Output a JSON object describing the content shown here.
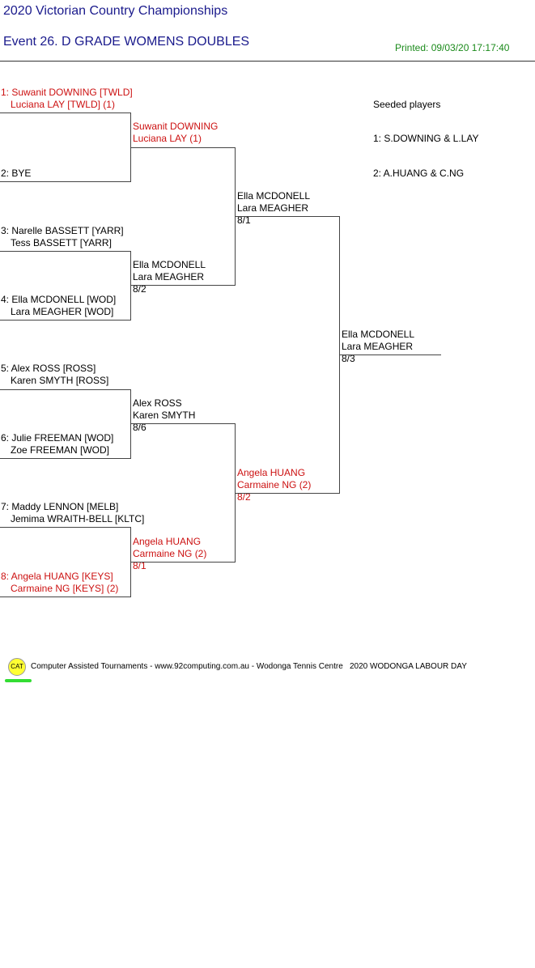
{
  "header": {
    "title": "2020 Victorian Country Championships",
    "event": "Event 26. D GRADE WOMENS DOUBLES",
    "printed": "Printed: 09/03/20 17:17:40"
  },
  "seeded": {
    "heading": "Seeded players",
    "list": [
      "1: S.DOWNING & L.LAY",
      "2: A.HUANG & C.NG"
    ]
  },
  "round1": [
    {
      "line1": "1: Suwanit DOWNING [TWLD]",
      "line2": "Luciana LAY [TWLD] (1)",
      "seeded": true
    },
    {
      "line1": "2: BYE",
      "line2": "",
      "seeded": false
    },
    {
      "line1": "3: Narelle BASSETT [YARR]",
      "line2": "Tess BASSETT [YARR]",
      "seeded": false
    },
    {
      "line1": "4: Ella MCDONELL [WOD]",
      "line2": "Lara MEAGHER [WOD]",
      "seeded": false
    },
    {
      "line1": "5: Alex ROSS [ROSS]",
      "line2": "Karen SMYTH [ROSS]",
      "seeded": false
    },
    {
      "line1": "6: Julie FREEMAN [WOD]",
      "line2": "Zoe FREEMAN [WOD]",
      "seeded": false
    },
    {
      "line1": "7: Maddy LENNON [MELB]",
      "line2": "Jemima WRAITH-BELL [KLTC]",
      "seeded": false
    },
    {
      "line1": "8: Angela HUANG [KEYS]",
      "line2": "Carmaine NG [KEYS] (2)",
      "seeded": true
    }
  ],
  "round2": [
    {
      "line1": "Suwanit DOWNING",
      "line2": "Luciana LAY (1)",
      "score": "",
      "seeded": true
    },
    {
      "line1": "Ella MCDONELL",
      "line2": "Lara MEAGHER",
      "score": "8/2",
      "seeded": false
    },
    {
      "line1": "Alex ROSS",
      "line2": "Karen SMYTH",
      "score": "8/6",
      "seeded": false
    },
    {
      "line1": "Angela HUANG",
      "line2": "Carmaine NG (2)",
      "score": "8/1",
      "seeded": true
    }
  ],
  "round3": [
    {
      "line1": "Ella MCDONELL",
      "line2": "Lara MEAGHER",
      "score": "8/1",
      "seeded": false
    },
    {
      "line1": "Angela HUANG",
      "line2": "Carmaine NG (2)",
      "score": "8/2",
      "seeded": true
    }
  ],
  "winner": {
    "line1": "Ella MCDONELL",
    "line2": "Lara MEAGHER",
    "score": "8/3"
  },
  "footer": {
    "logo_text": "CAT",
    "credit": "Computer Assisted Tournaments - www.92computing.com.au -  Wodonga Tennis Centre",
    "tournament": "2020 WODONGA LABOUR DAY"
  }
}
